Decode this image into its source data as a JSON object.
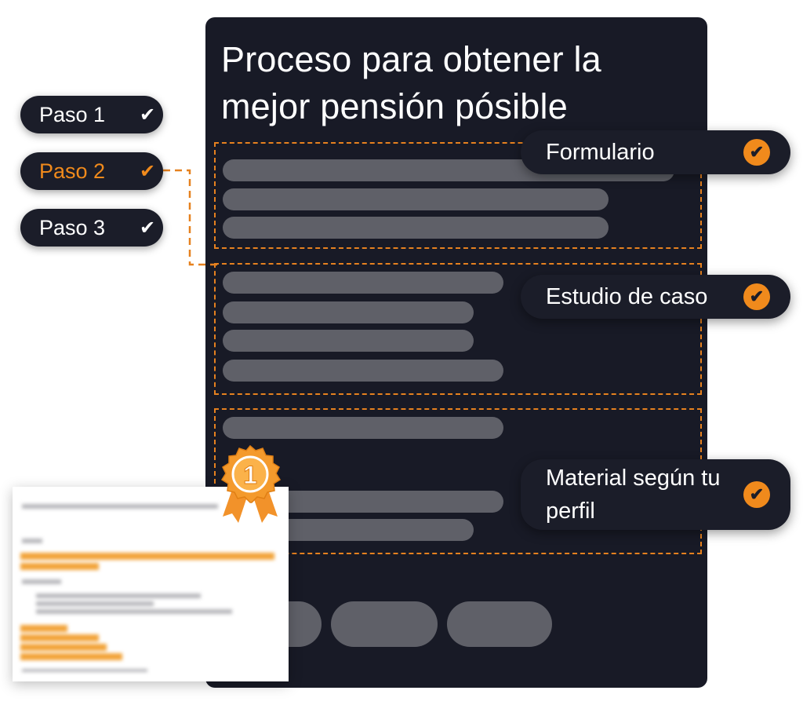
{
  "title": "Proceso para obtener la mejor pensión pósible",
  "steps": [
    {
      "label": "Paso 1",
      "check": "✔",
      "active": false
    },
    {
      "label": "Paso 2",
      "check": "✔",
      "active": true
    },
    {
      "label": "Paso 3",
      "check": "✔",
      "active": false
    }
  ],
  "tags": [
    {
      "label": "Formulario",
      "check": "✔"
    },
    {
      "label": "Estudio de caso",
      "check": "✔"
    },
    {
      "label": "Material según tu perfil",
      "check": "✔"
    }
  ],
  "medal": {
    "number": "1"
  },
  "colors": {
    "accent": "#f08a1c",
    "panel": "#181a26",
    "placeholder": "#5f6068"
  }
}
